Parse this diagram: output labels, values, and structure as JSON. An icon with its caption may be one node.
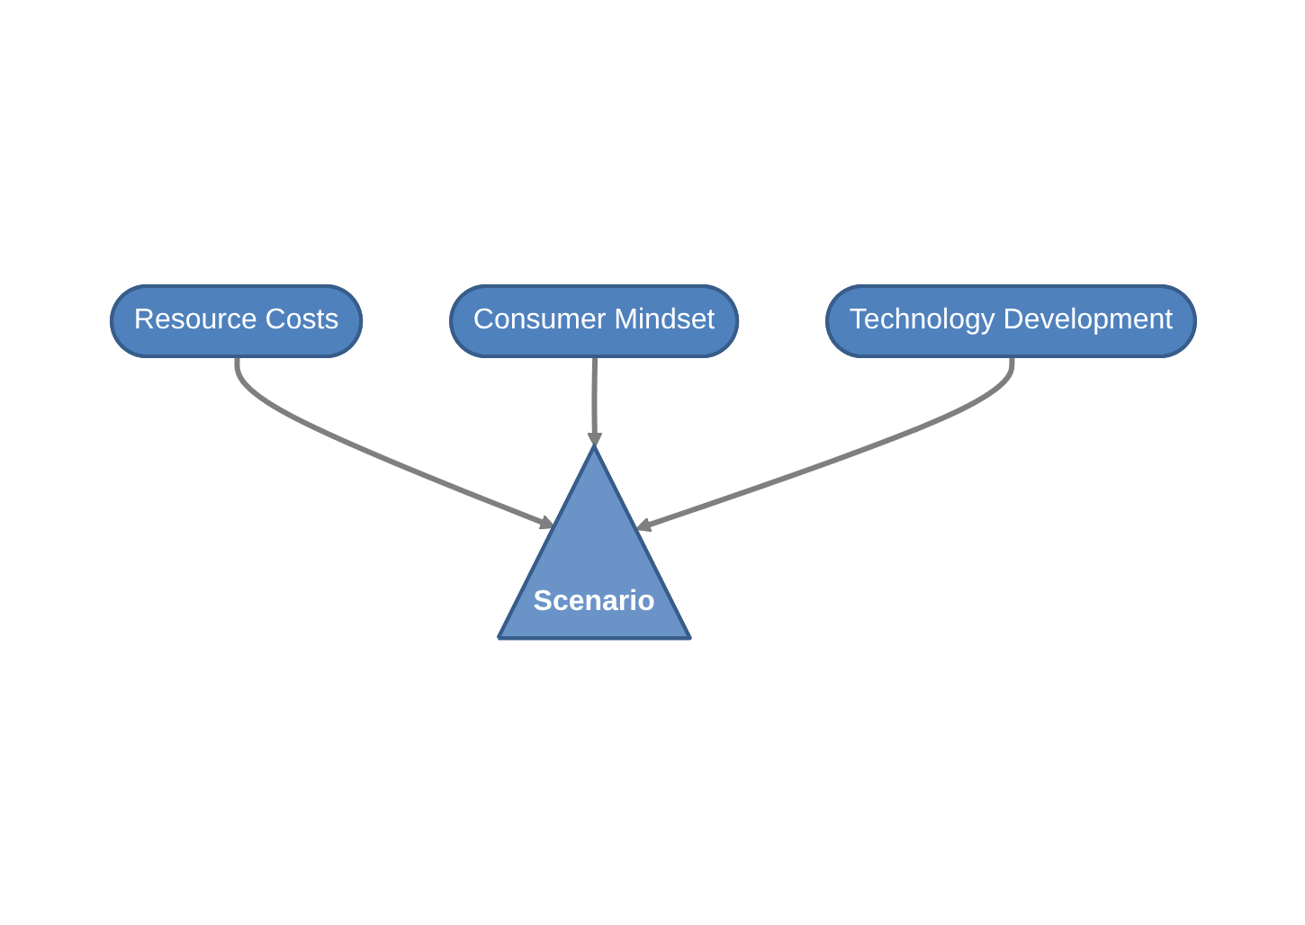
{
  "diagram": {
    "nodes": [
      {
        "text": [
          "Resource Costs"
        ]
      },
      {
        "text": [
          "Consumer Mindset"
        ]
      },
      {
        "text": [
          "Scenario"
        ]
      },
      {
        "text": [
          "Technology Development"
        ]
      }
    ],
    "edges": [
      {
        "from": 0,
        "to": 2,
        "arrow": "to"
      },
      {
        "from": 1,
        "to": 2,
        "arrow": "to"
      },
      {
        "from": 3,
        "to": 2,
        "arrow": "to"
      }
    ]
  }
}
